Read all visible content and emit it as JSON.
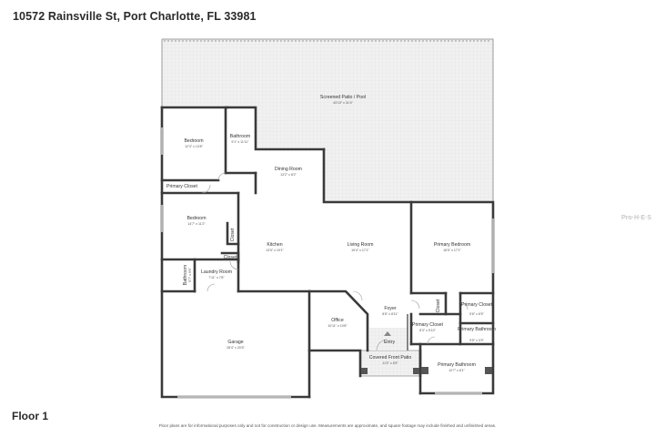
{
  "header": {
    "address": "10572 Rainsville St, Port Charlotte, FL 33981"
  },
  "footer": {
    "floor_label": "Floor 1",
    "disclaimer": "Floor plans are for informational purposes only and not for construction or design use. Measurements are approximate, and square footage may include finished and unfinished areas."
  },
  "watermark": "Pro·H·E·S",
  "rooms": {
    "screened_patio": {
      "name": "Screened Patio / Pool",
      "dims": "43'10\" x 31'4\""
    },
    "bedroom_1": {
      "name": "Bedroom",
      "dims": "12'3\" x 13'8\""
    },
    "bathroom_1": {
      "name": "Bathroom",
      "dims": "9'1\" x 11'11\""
    },
    "dining_room": {
      "name": "Dining Room",
      "dims": "13'2\" x 8'2\""
    },
    "primary_closet_left": {
      "name": "Primary Closet"
    },
    "bedroom_2": {
      "name": "Bedroom",
      "dims": "14'7\" x 11'2\""
    },
    "closet_left": {
      "name": "Closet"
    },
    "closet_small": {
      "name": "Closet"
    },
    "kitchen": {
      "name": "Kitchen",
      "dims": "13'5\" x 19'1\""
    },
    "living_room": {
      "name": "Living Room",
      "dims": "19'4\" x 17'1\""
    },
    "primary_bedroom": {
      "name": "Primary Bedroom",
      "dims": "16'5\" x 17'1\""
    },
    "bathroom_2": {
      "name": "Bathroom",
      "dims": "5'7\" x 9'6\""
    },
    "laundry_room": {
      "name": "Laundry Room",
      "dims": "7'11\" x 7'8\""
    },
    "office": {
      "name": "Office",
      "dims": "10'11\" x 10'8\""
    },
    "foyer": {
      "name": "Foyer",
      "dims": "8'8\" x 8'11\""
    },
    "closet_right": {
      "name": "Closet"
    },
    "primary_closet_center": {
      "name": "Primary Closet",
      "dims": "8'3\" x 5'10\""
    },
    "primary_closet_right": {
      "name": "Primary Closet",
      "dims": "5'8\" x 6'5\""
    },
    "primary_bathroom_small": {
      "name": "Primary Bathroom",
      "dims": "9'5\" x 3'9\""
    },
    "garage": {
      "name": "Garage",
      "dims": "28'4\" x 20'5\""
    },
    "entry": {
      "name": "Entry"
    },
    "covered_front_patio": {
      "name": "Covered Front Patio",
      "dims": "11'5\" x 6'5\""
    },
    "primary_bathroom": {
      "name": "Primary Bathroom",
      "dims": "12'7\" x 8'1\""
    }
  }
}
